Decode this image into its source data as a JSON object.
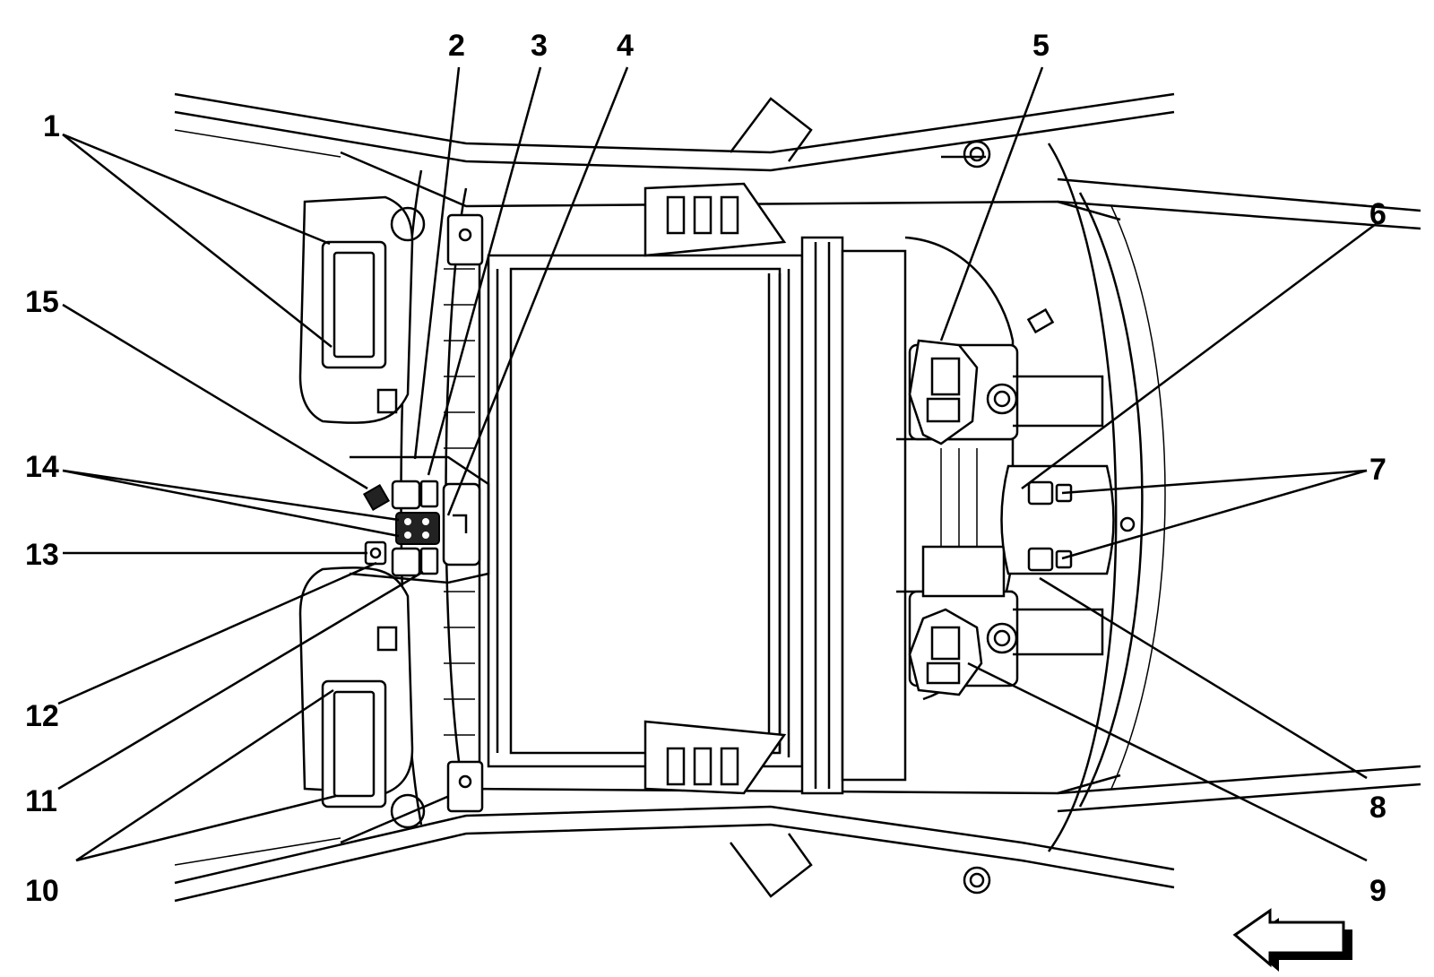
{
  "callouts": [
    {
      "id": "1",
      "label": "1"
    },
    {
      "id": "2",
      "label": "2"
    },
    {
      "id": "3",
      "label": "3"
    },
    {
      "id": "4",
      "label": "4"
    },
    {
      "id": "5",
      "label": "5"
    },
    {
      "id": "6",
      "label": "6"
    },
    {
      "id": "7",
      "label": "7"
    },
    {
      "id": "8",
      "label": "8"
    },
    {
      "id": "9",
      "label": "9"
    },
    {
      "id": "10",
      "label": "10"
    },
    {
      "id": "11",
      "label": "11"
    },
    {
      "id": "12",
      "label": "12"
    },
    {
      "id": "13",
      "label": "13"
    },
    {
      "id": "14",
      "label": "14"
    },
    {
      "id": "15",
      "label": "15"
    }
  ],
  "icons": {
    "direction_arrow": "forward-direction-arrow-icon"
  }
}
